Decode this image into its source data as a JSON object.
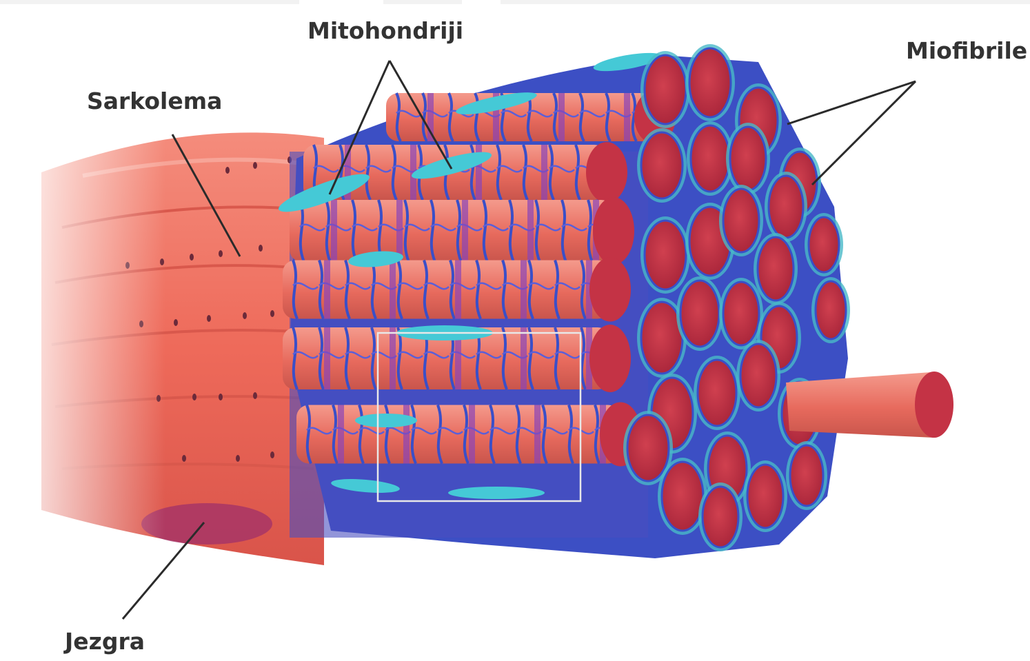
{
  "labels": {
    "mitochondria": "Mitohondriji",
    "sarcolemma": "Sarkolema",
    "myofibrils": "Miofibrile",
    "nucleus": "Jezgra"
  },
  "colors": {
    "fiber_pink": "#ef7564",
    "fibril_cut": "#c43345",
    "reticulum_blue": "#3a4fc8",
    "mitochondria_cyan": "#45c9d6",
    "nucleus_purple": "#a0306a",
    "label_text": "#333333",
    "leader_line": "#2b2b2b"
  }
}
